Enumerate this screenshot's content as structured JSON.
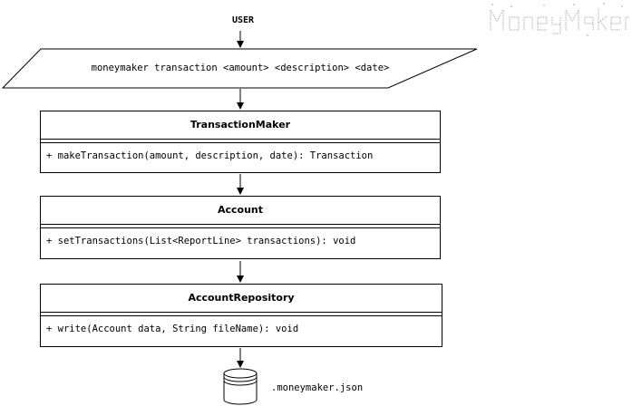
{
  "user_label": "USER",
  "command": "moneymaker transaction <amount> <description> <date>",
  "classes": [
    {
      "name": "TransactionMaker",
      "method": "+ makeTransaction(amount, description, date): Transaction"
    },
    {
      "name": "Account",
      "method": "+ setTransactions(List<ReportLine> transactions): void"
    },
    {
      "name": "AccountRepository",
      "method": "+ write(Account data, String fileName): void"
    }
  ],
  "storage_file": ".moneymaker.json",
  "logo_text": "MoneyMaker"
}
